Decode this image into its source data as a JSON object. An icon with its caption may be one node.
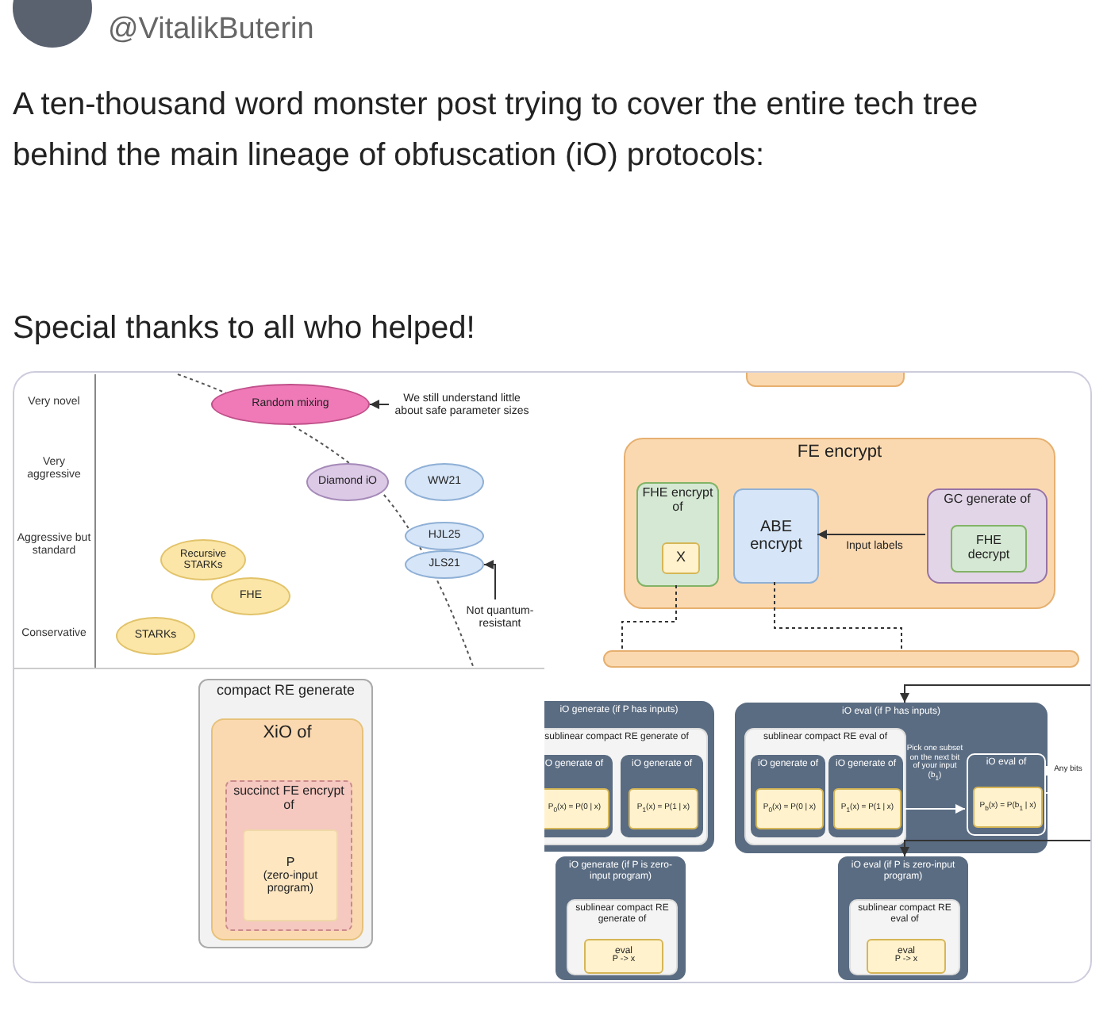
{
  "diagram": {
    "nodes": [
      {
        "text": [
          "Random mixing"
        ]
      },
      {
        "text": [
          "Diamond iO"
        ]
      },
      {
        "text": [
          "WW21"
        ]
      },
      {
        "text": [
          "HJL25"
        ]
      },
      {
        "text": [
          "JLS21"
        ]
      },
      {
        "text": [
          "Recursive STARKs"
        ]
      },
      {
        "text": [
          "FHE"
        ]
      },
      {
        "text": [
          "STARKs"
        ]
      },
      {
        "text": [
          "We still understand little about safe parameter sizes"
        ]
      },
      {
        "text": [
          "Not quantum-resistant"
        ]
      },
      {
        "text": [],
        "shape": "box"
      },
      {
        "text": [
          "FE encrypt"
        ]
      },
      {
        "text": [
          "FHE encrypt of"
        ],
        "in": 11
      },
      {
        "text": [
          "X"
        ],
        "in": 12
      },
      {
        "text": [
          "ABE encrypt"
        ],
        "in": 11
      },
      {
        "text": [
          "GC generate of"
        ],
        "in": 11
      },
      {
        "text": [
          "FHE decrypt"
        ],
        "in": 15
      },
      {
        "text": [],
        "shape": "box"
      },
      {
        "text": [
          "compact RE generate"
        ]
      },
      {
        "text": [
          "XiO of"
        ],
        "in": 18
      },
      {
        "text": [
          "succinct FE encrypt of"
        ],
        "in": 19
      },
      {
        "text": [
          "P",
          "(zero-input program)"
        ],
        "in": 20
      },
      {
        "text": [
          "iO generate (if P has inputs)"
        ]
      },
      {
        "text": [
          "sublinear compact RE generate of"
        ],
        "in": 22
      },
      {
        "text": [
          "iO generate of"
        ],
        "in": 23
      },
      {
        "text": [
          "P$_{0}$(x) = P(0 | x)"
        ],
        "in": 24
      },
      {
        "text": [
          "iO generate of"
        ],
        "in": 23
      },
      {
        "text": [
          "P$_{1}$(x) = P(1 | x)"
        ],
        "in": 26
      },
      {
        "text": [
          "iO eval (if P has inputs)"
        ]
      },
      {
        "text": [
          "sublinear compact RE eval of"
        ],
        "in": 28
      },
      {
        "text": [
          "iO generate of"
        ],
        "in": 29
      },
      {
        "text": [
          "P$_{0}$(x) = P(0 | x)"
        ],
        "in": 30
      },
      {
        "text": [
          "iO generate of"
        ],
        "in": 29
      },
      {
        "text": [
          "P$_{1}$(x) = P(1 | x)"
        ],
        "in": 32
      },
      {
        "text": [
          "iO eval of"
        ],
        "in": 28
      },
      {
        "text": [
          "P$_{b}$(x) = P(b$_{1}$ | x)"
        ],
        "in": 34
      },
      {
        "text": [
          "iO generate (if P is zero-input program)"
        ]
      },
      {
        "text": [
          "sublinear compact RE generate of"
        ],
        "in": 36
      },
      {
        "text": [
          "eval",
          "P -> x"
        ],
        "in": 37
      },
      {
        "text": [
          "iO eval (if P is zero-input program)"
        ]
      },
      {
        "text": [
          "sublinear compact RE eval of"
        ],
        "in": 39
      },
      {
        "text": [
          "eval",
          "P -> x"
        ],
        "in": 40
      }
    ],
    "edges": [
      {
        "from": 8,
        "to": 0,
        "arrow": "to"
      },
      {
        "from": 9,
        "to": 4,
        "arrow": "to"
      },
      {
        "from": 15,
        "to": 14,
        "arrow": "to",
        "label": "Input labels"
      },
      {
        "from": 12,
        "to": 17,
        "arrow": "none",
        "style": "dashed"
      },
      {
        "from": 14,
        "to": 17,
        "arrow": "none",
        "style": "dashed"
      },
      {
        "from": null,
        "to": 28,
        "arrow": "to"
      },
      {
        "from": 29,
        "to": 34,
        "arrow": "to",
        "label": "Pick one subset on the next bit of your input (b$_{1}$)",
        "color": "#ffffff"
      },
      {
        "from": 34,
        "to": null,
        "arrow": "none",
        "label": "Any bits",
        "color": "#ffffff"
      },
      {
        "from": null,
        "to": 39,
        "arrow": "to"
      }
    ],
    "labels": [
      "@VitalikButerin",
      "A ten-thousand word monster post trying to cover the entire tech tree behind the main lineage of obfuscation (iO) protocols:",
      "Special thanks to all who helped!",
      "Very novel",
      "Very aggressive",
      "Aggressive but standard",
      "Conservative"
    ]
  }
}
